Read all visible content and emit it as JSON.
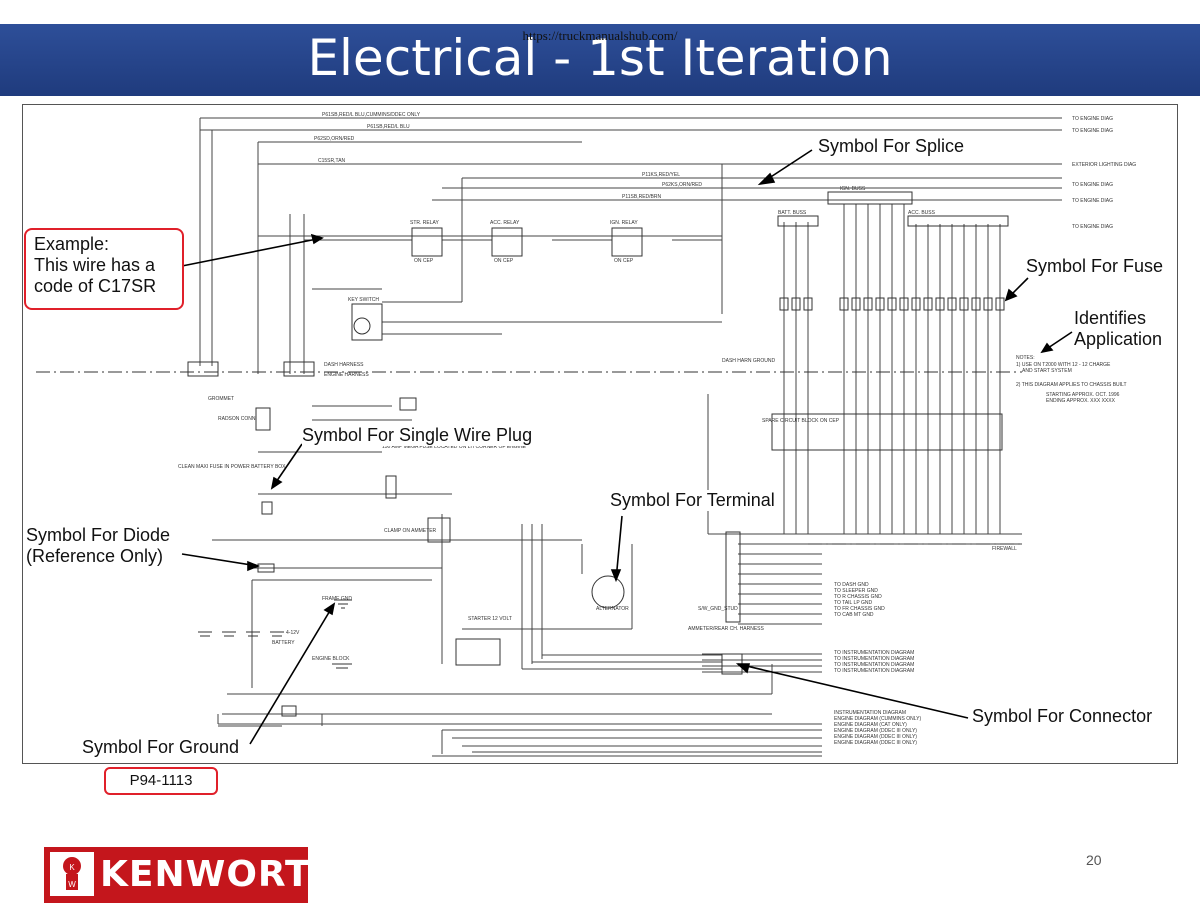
{
  "slide": {
    "url": "https://truckmanualshub.com/",
    "title": "Electrical - 1st Iteration",
    "page_number": "20",
    "part_number": "P94-1113",
    "logo_text": "KENWORTH"
  },
  "callouts": {
    "example_line1": "Example:",
    "example_line2": "This wire has a",
    "example_line3": "code of C17SR",
    "splice": "Symbol For Splice",
    "fuse": "Symbol For Fuse",
    "identifies_line1": "Identifies",
    "identifies_line2": "Application",
    "single_wire_plug": "Symbol For Single Wire Plug",
    "terminal": "Symbol For Terminal",
    "diode_line1": "Symbol For Diode",
    "diode_line2": "(Reference Only)",
    "connector": "Symbol For Connector",
    "ground": "Symbol For Ground"
  },
  "schematic": {
    "top_wires": [
      "P61SB,RED/L BLU,CUMMINS/DDEC ONLY",
      "P61SB,RED/L BLU",
      "P62SD,ORN/RED",
      "C15SR,TAN",
      "P11KS,RED/YEL",
      "P62KS,ORN/RED",
      "P11SB,RED/BRN"
    ],
    "right_destinations": [
      "TO ENGINE DIAG",
      "TO ENGINE DIAG",
      "EXTERIOR LIGHTING DIAG",
      "TO ENGINE DIAG",
      "TO ENGINE DIAG",
      "TO ENGINE DIAG"
    ],
    "relays": [
      "STR. RELAY",
      "ACC. RELAY",
      "IGN. RELAY"
    ],
    "relay_sub": "ON CEP",
    "bus_labels": [
      "BATT. BUSS",
      "IGN. BUSS",
      "ACC. BUSS"
    ],
    "key_switch": "KEY SWITCH",
    "notes_title": "NOTES:",
    "notes_line1": "1) USE ON T2000 WITH 12 - 12 CHARGE",
    "notes_line2": "AND START SYSTEM",
    "notes_line3": "2) THIS DIAGRAM APPLIES TO CHASSIS BUILT",
    "notes_line4": "STARTING APPROX. OCT. 1996",
    "notes_line5": "ENDING APPROX. XXX XXXX",
    "dash_harness": "DASH HARNESS",
    "engine_harness": "ENGINE HARNESS",
    "dash_ground": "DASH HARN GROUND",
    "grommet": "GROMMET",
    "radson": "RADSON CONN",
    "maxi_fuse": "CLEAN MAXI FUSE IN POWER BATTERY BOX",
    "mega_fuse": "150 AMP MEGA FUSE LOCATED ON LH CORNER OF ENGINE",
    "ammeter": "CLAMP ON AMMETER",
    "alternator": "ALTERNATOR",
    "starter": "STARTER 12 VOLT",
    "battery": "BATTERY",
    "battery_v": "4-12V",
    "frame_gnd": "FRAME GND",
    "engine_block": "ENGINE BLOCK",
    "firewall": "FIREWALL",
    "spare_block": "SPARE CIRCUIT BLOCK ON CEP",
    "gnd_stud": "S/W_GND_STUD",
    "ammeter_harness": "AMMETER/REAR CH. HARNESS",
    "gnd_destinations": [
      "TO DASH GND",
      "TO SLEEPER GND",
      "TO R CHASSIS GND",
      "TO TAIL LP GND",
      "TO FR CHASSIS GND",
      "TO CAB MT GND"
    ],
    "instrument_destinations": [
      "TO INSTRUMENTATION DIAGRAM",
      "TO INSTRUMENTATION DIAGRAM",
      "TO INSTRUMENTATION DIAGRAM",
      "TO INSTRUMENTATION DIAGRAM"
    ],
    "engine_destinations": [
      "INSTRUMENTATION DIAGRAM",
      "ENGINE DIAGRAM (CUMMINS ONLY)",
      "ENGINE DIAGRAM (CAT ONLY)",
      "ENGINE DIAGRAM (DDEC III ONLY)",
      "ENGINE DIAGRAM (DDEC III ONLY)",
      "ENGINE DIAGRAM (DDEC III ONLY)"
    ]
  }
}
